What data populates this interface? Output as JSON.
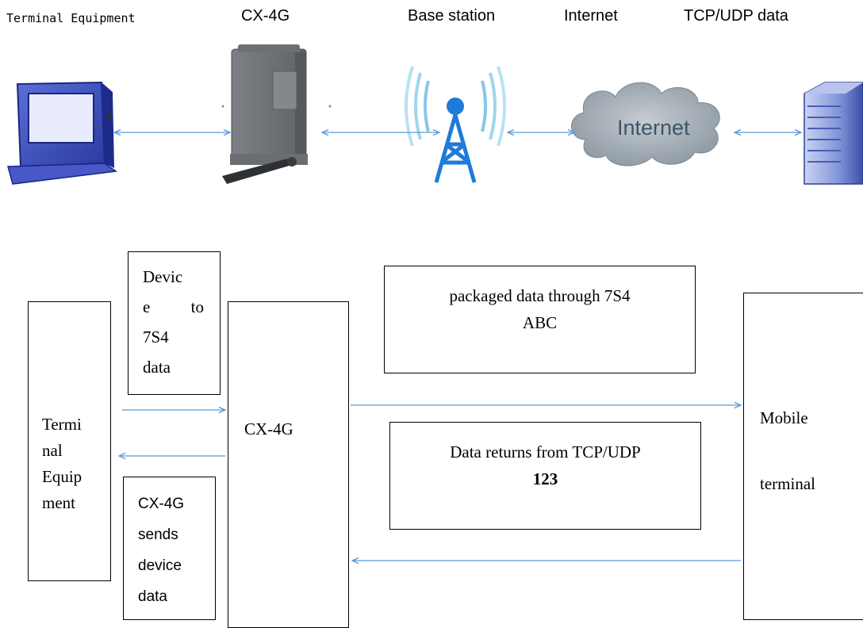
{
  "top_labels": {
    "terminal_equipment": "Terminal Equipment",
    "cx4g": "CX-4G",
    "base_station": "Base station",
    "internet": "Internet",
    "tcp_udp": "TCP/UDP data"
  },
  "icons": {
    "cloud_text": "Internet"
  },
  "flow": {
    "terminal_box": [
      "Termi",
      "nal",
      "Equip",
      "ment"
    ],
    "device_box": {
      "line1": "Devic",
      "line2_left": "e",
      "line2_right": "to",
      "line3": "7S4",
      "line4": "data"
    },
    "cx4g_box": "CX-4G",
    "sends_box": [
      "CX-4G",
      "sends",
      "device",
      "data"
    ],
    "packaged_box": {
      "line1": "packaged data through 7S4",
      "line2": "ABC"
    },
    "returns_box": {
      "line1": "Data returns from TCP/UDP",
      "line2": "123"
    },
    "mobile_box": {
      "line1": "Mobile",
      "line2": "terminal"
    }
  },
  "colors": {
    "arrow": "#5b9bd5",
    "cloud": "#9aa5ad",
    "tower": "#1e7bd8"
  }
}
